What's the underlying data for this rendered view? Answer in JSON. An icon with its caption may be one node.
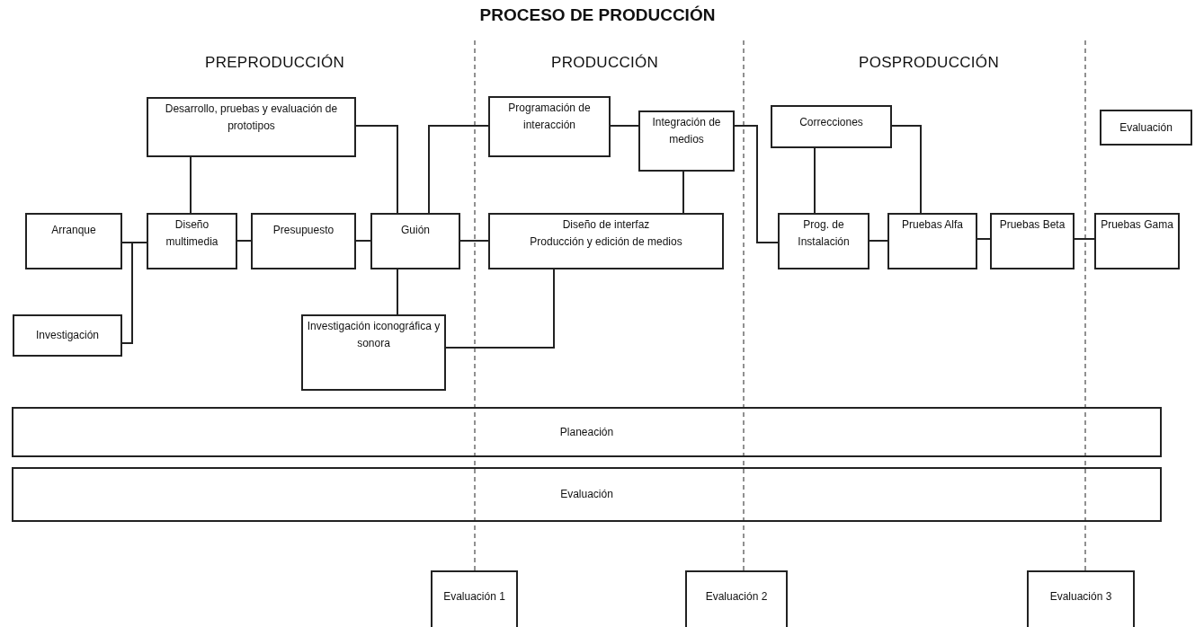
{
  "diagram": {
    "title": "PROCESO DE PRODUCCIÓN",
    "nodes": [
      {
        "text": [
          "Desarrollo, pruebas y evaluación de prototipos"
        ]
      },
      {
        "text": [
          "Programación de interacción"
        ]
      },
      {
        "text": [
          "Integración de medios"
        ]
      },
      {
        "text": [
          "Correcciones"
        ]
      },
      {
        "text": [
          "Evaluación"
        ]
      },
      {
        "text": [
          "Arranque"
        ]
      },
      {
        "text": [
          "Diseño multimedia"
        ]
      },
      {
        "text": [
          "Presupuesto"
        ]
      },
      {
        "text": [
          "Guión"
        ]
      },
      {
        "text": [
          "Diseño de interfaz",
          "Producción y edición de medios"
        ]
      },
      {
        "text": [
          "Prog. de Instalación"
        ]
      },
      {
        "text": [
          "Pruebas Alfa"
        ]
      },
      {
        "text": [
          "Pruebas Beta"
        ]
      },
      {
        "text": [
          "Pruebas Gama"
        ]
      },
      {
        "text": [
          "Investigación"
        ]
      },
      {
        "text": [
          "Investigación iconográfica y sonora"
        ]
      },
      {
        "text": [
          "Planeación"
        ]
      },
      {
        "text": [
          "Evaluación"
        ]
      },
      {
        "text": [
          "Evaluación 1"
        ]
      },
      {
        "text": [
          "Evaluación 2"
        ]
      },
      {
        "text": [
          "Evaluación 3"
        ]
      }
    ],
    "edges": [
      {
        "from": 5,
        "to": 6,
        "arrow": "none"
      },
      {
        "from": 14,
        "to": 6,
        "arrow": "none"
      },
      {
        "from": 6,
        "to": 0,
        "arrow": "none"
      },
      {
        "from": 6,
        "to": 7,
        "arrow": "none"
      },
      {
        "from": 7,
        "to": 8,
        "arrow": "none"
      },
      {
        "from": 0,
        "to": 8,
        "arrow": "none"
      },
      {
        "from": 8,
        "to": 1,
        "arrow": "none"
      },
      {
        "from": 8,
        "to": 9,
        "arrow": "none"
      },
      {
        "from": 8,
        "to": 15,
        "arrow": "none"
      },
      {
        "from": 15,
        "to": 9,
        "arrow": "none"
      },
      {
        "from": 1,
        "to": 2,
        "arrow": "none"
      },
      {
        "from": 2,
        "to": 9,
        "arrow": "none"
      },
      {
        "from": 2,
        "to": 10,
        "arrow": "none"
      },
      {
        "from": 3,
        "to": 10,
        "arrow": "none"
      },
      {
        "from": 3,
        "to": 11,
        "arrow": "none"
      },
      {
        "from": 10,
        "to": 11,
        "arrow": "none"
      },
      {
        "from": 11,
        "to": 12,
        "arrow": "none"
      },
      {
        "from": 12,
        "to": 13,
        "arrow": "none"
      },
      {
        "from": null,
        "to": 18,
        "arrow": "none",
        "style": "dashed"
      },
      {
        "from": null,
        "to": 19,
        "arrow": "none",
        "style": "dashed"
      },
      {
        "from": null,
        "to": 20,
        "arrow": "none",
        "style": "dashed"
      }
    ],
    "labels": [
      "PREPRODUCCIÓN",
      "PRODUCCIÓN",
      "POSPRODUCCIÓN"
    ]
  }
}
